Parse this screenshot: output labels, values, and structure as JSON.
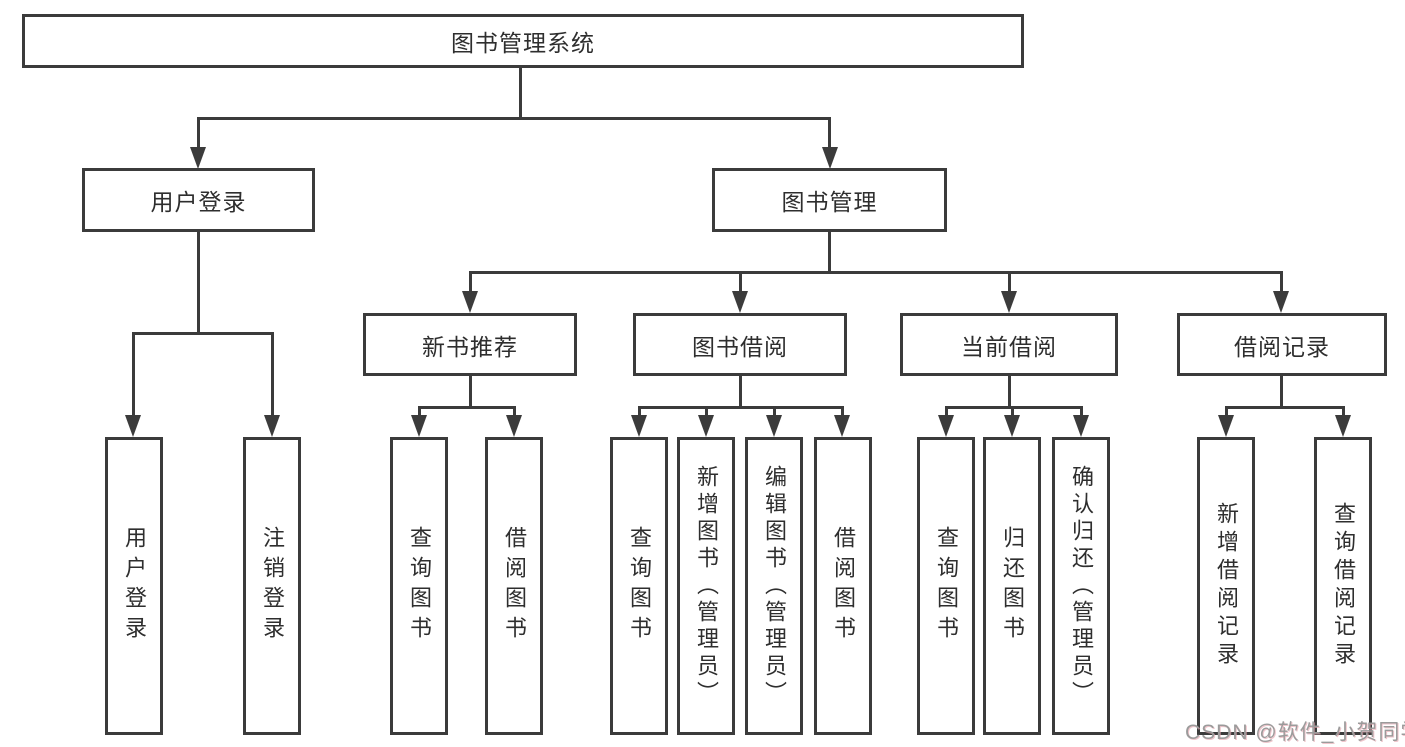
{
  "diagram": {
    "root": {
      "label": "图书管理系统"
    },
    "branches": [
      {
        "label": "用户登录",
        "children": [
          {
            "label": "用户登录"
          },
          {
            "label": "注销登录"
          }
        ]
      },
      {
        "label": "图书管理",
        "children": [
          {
            "label": "新书推荐",
            "children": [
              {
                "label": "查询图书"
              },
              {
                "label": "借阅图书"
              }
            ]
          },
          {
            "label": "图书借阅",
            "children": [
              {
                "label": "查询图书"
              },
              {
                "label": "新增图书（管理员）"
              },
              {
                "label": "编辑图书（管理员）"
              },
              {
                "label": "借阅图书"
              }
            ]
          },
          {
            "label": "当前借阅",
            "children": [
              {
                "label": "查询图书"
              },
              {
                "label": "归还图书"
              },
              {
                "label": "确认归还（管理员）"
              }
            ]
          },
          {
            "label": "借阅记录",
            "children": [
              {
                "label": "新增借阅记录"
              },
              {
                "label": "查询借阅记录"
              }
            ]
          }
        ]
      }
    ]
  },
  "watermark": {
    "text": "CSDN @软件_小贺同学"
  },
  "colors": {
    "line": "#3b3b3b",
    "text": "#2e2e2e",
    "watermark": "#9b9b9b"
  }
}
